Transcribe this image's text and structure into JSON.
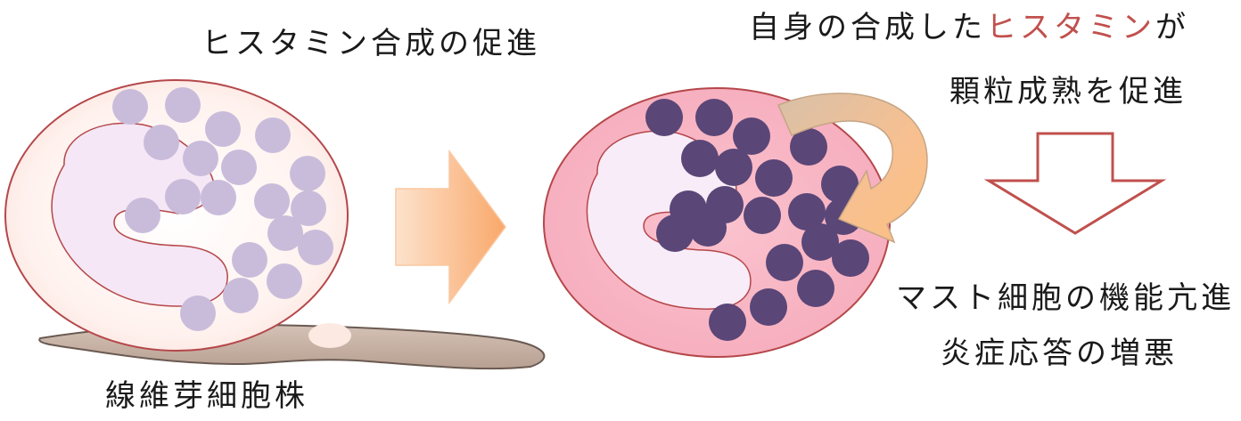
{
  "labels": {
    "left_title": "ヒスタミン合成の促進",
    "fibroblast_label": "線維芽細胞株",
    "right_title_pre": "自身の合成した",
    "right_title_highlight": "ヒスタミン",
    "right_title_post": "が",
    "right_title_line2": "顆粒成熟を促進",
    "result_line1": "マスト細胞の機能亢進",
    "result_line2": "炎症応答の増悪"
  },
  "colors": {
    "highlight": "#c0504d",
    "immature_granule": "#c9bcdb",
    "mature_granule": "#5a4677",
    "cell_outline": "#b5474a",
    "nucleus_fill": "#f5e7f5",
    "fibroblast": "#c7b1a4",
    "arrow_orange": "#f9b47a",
    "down_arrow_stroke": "#c0504d"
  },
  "icons": {
    "transition_arrow": "right-arrow-icon",
    "feedback_arrow": "curved-arrow-icon",
    "outcome_arrow": "down-arrow-icon"
  }
}
